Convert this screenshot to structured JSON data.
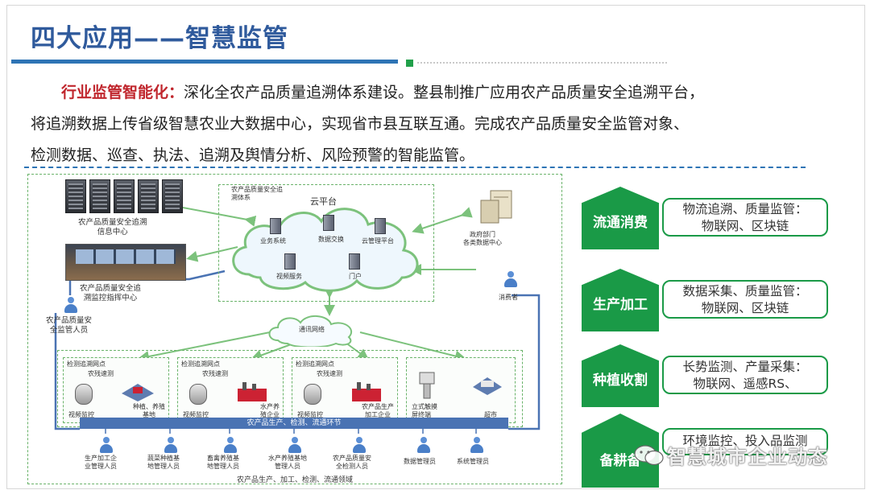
{
  "slide": {
    "title": "四大应用——智慧监管",
    "paragraph": {
      "lead": "行业监管智能化：",
      "line1_rest": "深化全农产品质量追溯体系建设。整县制推广应用农产品质量安全追溯平台，",
      "line2": "将追溯数据上传省级智慧农业大数据中心，实现省市县互联互通。完成农产品质量安全监管对象、",
      "line3": "检测数据、巡查、执法、追溯及舆情分析、风险预警的智能监管。"
    }
  },
  "diagram": {
    "info_center": "农产品质量安全追溯\n信息中心",
    "command_center": "农产品质量安全追\n溯监控指挥中心",
    "supervisor": "农产品质量安\n全监管人员",
    "cloud_system": "农产品质量安全追\n溯体系",
    "cloud_platform": "云平台",
    "cloud_services": [
      "业务系统",
      "数据交换",
      "云管理平台",
      "视频服务",
      "门户"
    ],
    "gov": "政府部门\n各类数据中心",
    "consumer": "消费者",
    "network": "通讯网络",
    "nodes": [
      {
        "title": "检测追溯网点",
        "sub": "农残速测",
        "left": "视频监控",
        "right": "种植、养殖\n基地"
      },
      {
        "title": "检测追溯网点",
        "sub": "农残速测",
        "left": "视频监控",
        "right": "水产养\n殖企业"
      },
      {
        "title": "检测追溯网点",
        "sub": "农残速测",
        "left": "视频监控",
        "right": "农产品生产\n加工企业"
      }
    ],
    "retail": {
      "left": "立式触摸\n屏终端",
      "right": "超市"
    },
    "bar": "农产品生产、检测、流通环节",
    "staff": [
      "生产加工企\n业管理人员",
      "蔬菜种植基\n地管理人员",
      "畜禽养殖基\n地管理人员",
      "水产养殖基地\n管理人员",
      "农产品质量安\n全检测人员",
      "数据管理员",
      "系统管理员"
    ],
    "bottom_caption": "农产品生产、加工、检测、流通领域"
  },
  "stages": [
    {
      "label": "流通消费",
      "text": "物流追溯、质量监管：\n物联网、区块链"
    },
    {
      "label": "生产加工",
      "text": "数据采集、质量监管：\n物联网、区块链"
    },
    {
      "label": "种植收割",
      "text": "长势监测、产量采集：\n物联网、遥感RS、"
    },
    {
      "label": "备耕备",
      "text": "环境监控、投入品监测"
    }
  ],
  "watermark": "智慧城市企业动态",
  "colors": {
    "title": "#2f5a9c",
    "lead": "#c0262d",
    "green": "#1a9a47",
    "blue_bar": "#4a73b3"
  }
}
